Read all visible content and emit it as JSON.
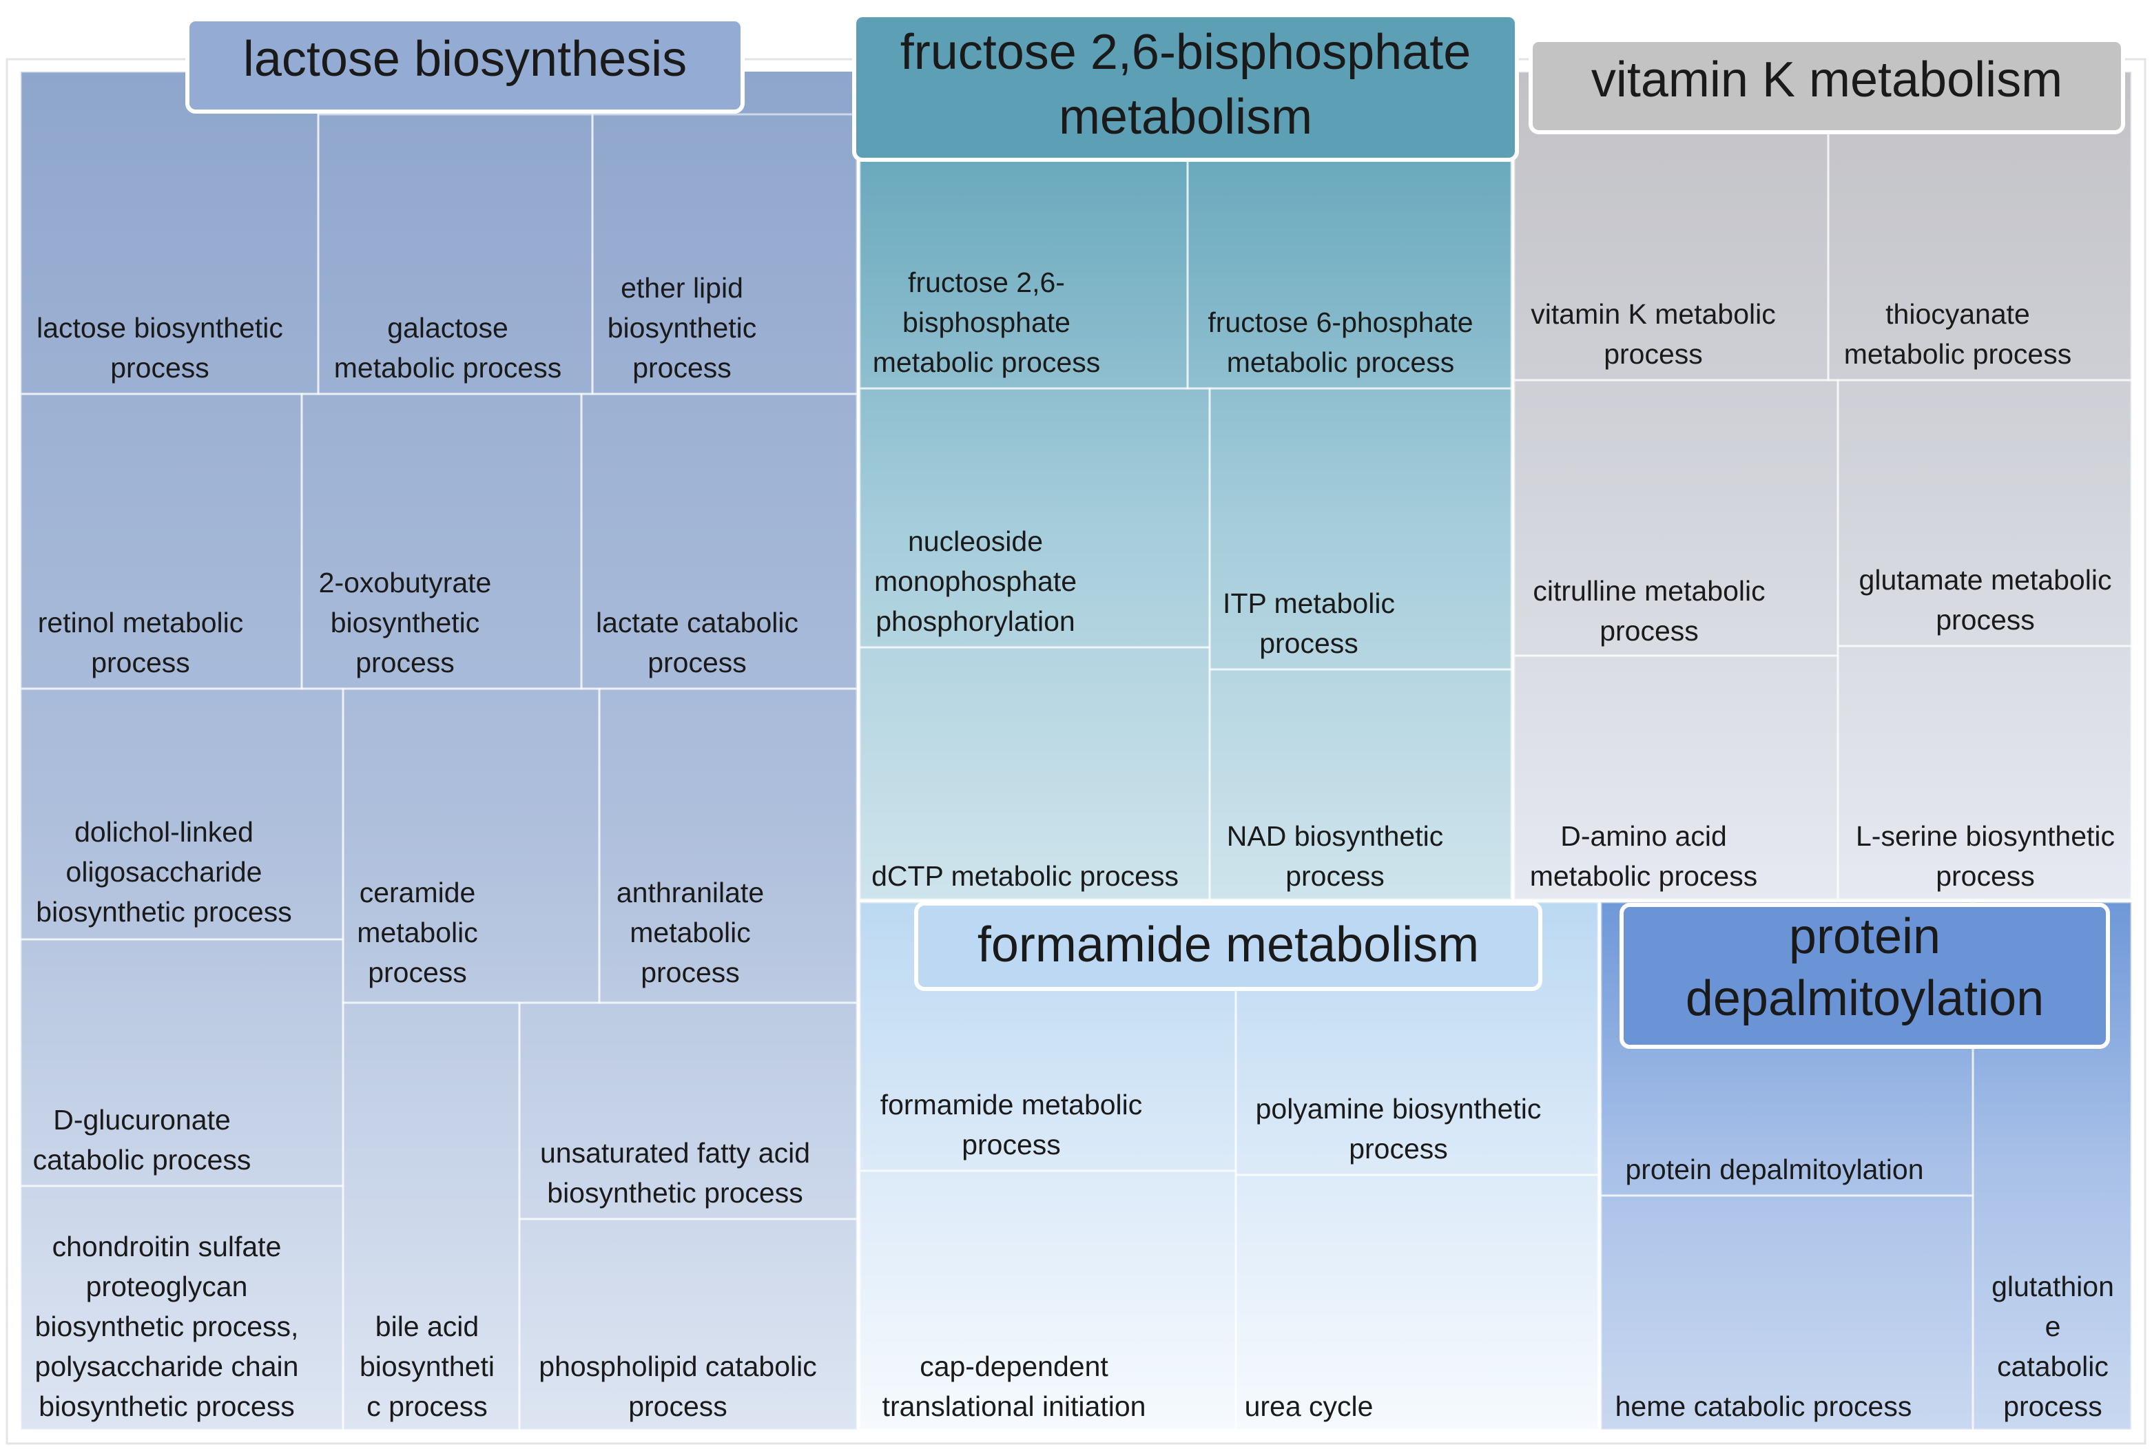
{
  "chart_data": {
    "type": "treemap",
    "groups": [
      {
        "name": "lactose biosynthesis",
        "color": "#8fa8cc",
        "items": [
          "lactose biosynthetic process",
          "galactose metabolic process",
          "ether lipid biosynthetic process",
          "retinol metabolic process",
          "2-oxobutyrate biosynthetic process",
          "lactate catabolic process",
          "dolichol-linked oligosaccharide biosynthetic process",
          "ceramide metabolic process",
          "anthranilate metabolic process",
          "D-glucuronate catabolic process",
          "bile acid biosyntheti c process",
          "unsaturated fatty acid biosynthetic process",
          "chondroitin sulfate proteoglycan biosynthetic process, polysaccharide chain biosynthetic process",
          "phospholipid catabolic process"
        ]
      },
      {
        "name": "fructose 2,6-bisphosphate metabolism",
        "color": "#5fa3b8",
        "items": [
          "fructose 2,6-bisphosphate metabolic process",
          "fructose 6-phosphate metabolic process",
          "nucleoside monophosphate phosphorylation",
          "ITP metabolic process",
          "dCTP metabolic process",
          "NAD biosynthetic process"
        ]
      },
      {
        "name": "vitamin K metabolism",
        "color": "#bdbdbd",
        "items": [
          "vitamin K metabolic process",
          "thiocyanate metabolic process",
          "citrulline metabolic process",
          "glutamate metabolic process",
          "D-amino acid metabolic process",
          "L-serine biosynthetic process"
        ]
      },
      {
        "name": "formamide metabolism",
        "color": "#b8d6f0",
        "items": [
          "formamide metabolic process",
          "polyamine biosynthetic process",
          "cap-dependent translational initiation",
          "urea cycle"
        ]
      },
      {
        "name": "protein depalmitoylation",
        "color": "#6b96d6",
        "items": [
          "protein depalmitoylation",
          "glutathion e catabolic process",
          "heme catabolic process"
        ]
      }
    ]
  }
}
